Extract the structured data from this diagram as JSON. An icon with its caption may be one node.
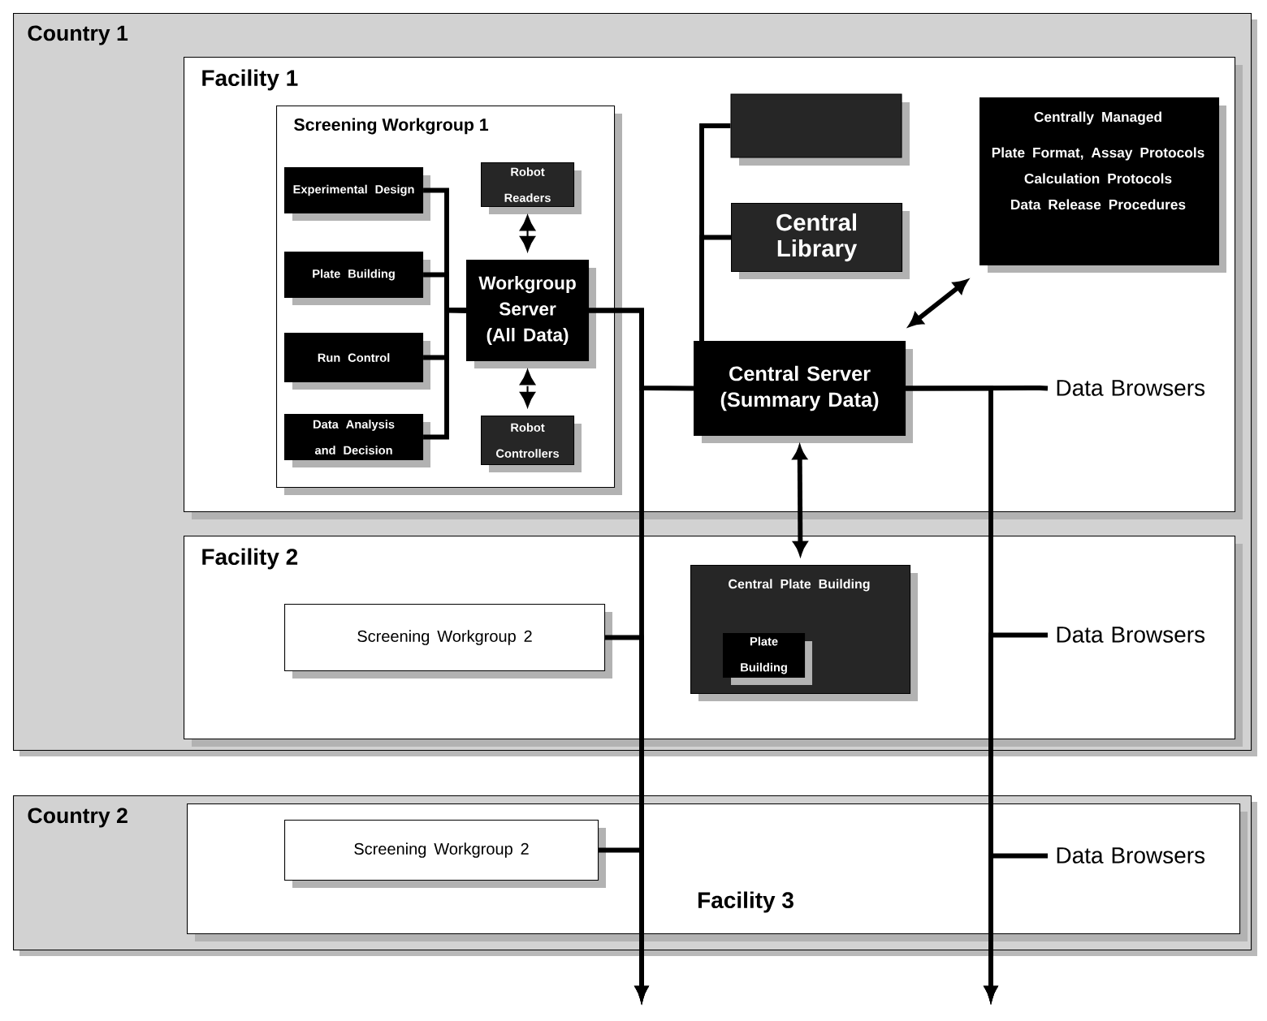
{
  "diagram": {
    "nodes": [
      {
        "text": [
          "Country 1"
        ]
      },
      {
        "text": [
          "Facility 1"
        ],
        "in": 0
      },
      {
        "text": [
          "Screening Workgroup 1"
        ],
        "in": 1
      },
      {
        "text": [
          "Experimental Design"
        ],
        "in": 2
      },
      {
        "text": [
          "Plate Building"
        ],
        "in": 2
      },
      {
        "text": [
          "Run Control"
        ],
        "in": 2
      },
      {
        "text": [
          "Data Analysis and Decision"
        ],
        "in": 2
      },
      {
        "text": [
          "Robot Readers"
        ],
        "in": 2
      },
      {
        "text": [
          "Workgroup Server (All Data)"
        ],
        "in": 2
      },
      {
        "text": [
          "Robot Controllers"
        ],
        "in": 2
      },
      {
        "text": [],
        "shape": "box",
        "in": 1
      },
      {
        "text": [
          "Central Library"
        ],
        "in": 1
      },
      {
        "text": [
          "Centrally Managed",
          "Plate Format, Assay Protocols Calculation Protocols Data Release Procedures"
        ],
        "in": 1
      },
      {
        "text": [
          "Central Server (Summary Data)"
        ],
        "in": 1
      },
      {
        "text": [
          "Data Browsers"
        ],
        "in": 1
      },
      {
        "text": [
          "Facility 2"
        ],
        "in": 0
      },
      {
        "text": [
          "Screening Workgroup 2"
        ],
        "in": 15
      },
      {
        "text": [
          "Central Plate Building"
        ],
        "in": 15
      },
      {
        "text": [
          "Plate Building"
        ],
        "in": 17
      },
      {
        "text": [
          "Data Browsers"
        ],
        "in": 15
      },
      {
        "text": [
          "Country 2"
        ]
      },
      {
        "text": [
          "Facility 3"
        ],
        "in": 20
      },
      {
        "text": [
          "Screening Workgroup 2"
        ],
        "in": 21
      },
      {
        "text": [
          "Data Browsers"
        ],
        "in": 21
      }
    ],
    "edges": [
      {
        "from": 3,
        "to": 8,
        "arrow": "none"
      },
      {
        "from": 4,
        "to": 8,
        "arrow": "none"
      },
      {
        "from": 5,
        "to": 8,
        "arrow": "none"
      },
      {
        "from": 6,
        "to": 8,
        "arrow": "none"
      },
      {
        "from": 7,
        "to": 8,
        "arrow": "both",
        "style": "dashed"
      },
      {
        "from": 9,
        "to": 8,
        "arrow": "both",
        "style": "dashed"
      },
      {
        "from": 10,
        "to": 13,
        "arrow": "none"
      },
      {
        "from": 11,
        "to": 13,
        "arrow": "none"
      },
      {
        "from": 12,
        "to": 13,
        "arrow": "both"
      },
      {
        "from": 8,
        "to": 13,
        "arrow": "none"
      },
      {
        "from": 13,
        "to": 14,
        "arrow": "none"
      },
      {
        "from": 13,
        "to": 17,
        "arrow": "both"
      },
      {
        "from": 8,
        "to": null,
        "arrow": "to"
      },
      {
        "from": 13,
        "to": null,
        "arrow": "to"
      },
      {
        "from": 16,
        "to": null,
        "arrow": "to"
      },
      {
        "from": 19,
        "to": null,
        "arrow": "to"
      },
      {
        "from": 22,
        "to": null,
        "arrow": "to"
      },
      {
        "from": 23,
        "to": null,
        "arrow": "to"
      }
    ]
  }
}
